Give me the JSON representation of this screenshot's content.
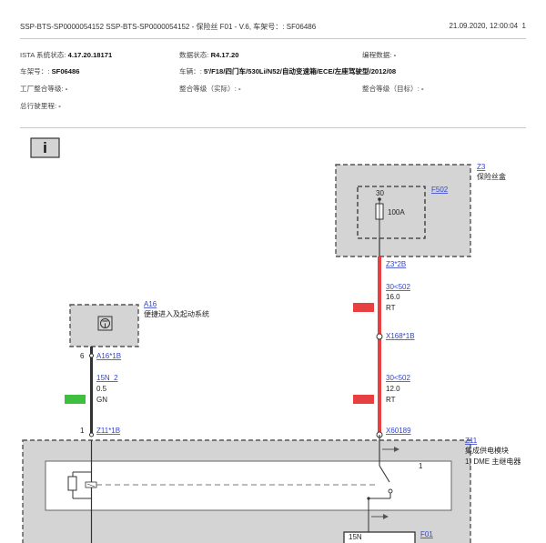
{
  "header": {
    "title": "SSP-BTS-SP0000054152 SSP-BTS-SP0000054152 - 保险丝 F01 - V.6, 车架号：: SF06486",
    "datetime": "21.09.2020, 12:00:04",
    "page": "1"
  },
  "info": {
    "ista_label": "ISTA 系统状态:",
    "ista_value": "4.17.20.18171",
    "data_label": "数据状态:",
    "data_value": "R4.17.20",
    "prog_label": "编程数据:",
    "prog_value": "-",
    "vin_label": "车架号：:",
    "vin_value": "SF06486",
    "vehicle_label": "车辆：:",
    "vehicle_value": "5'/F18/四门车/530Li/N52/自动变速箱/ECE/左座驾驶型/2012/08",
    "factory_label": "工厂整合等级:",
    "factory_value": "-",
    "int_actual_label": "整合等级（实际）:",
    "int_actual_value": "-",
    "int_target_label": "整合等级（目标）:",
    "int_target_value": "-",
    "mileage_label": "总行驶里程:",
    "mileage_value": "-"
  },
  "info_button": {
    "label": "i"
  },
  "diagram": {
    "z3": {
      "id": "Z3",
      "desc": "保险丝盒"
    },
    "f502": {
      "id": "F502",
      "pin": "30",
      "rating": "100A"
    },
    "z3_conn": "Z3*2B",
    "wire1": {
      "id": "30<502",
      "size": "16.0",
      "color_code": "RT",
      "color": "#e84040"
    },
    "x168": "X168*1B",
    "wire2": {
      "id": "30<502",
      "size": "12.0",
      "color_code": "RT",
      "color": "#e84040"
    },
    "x60189": "X60189",
    "a16": {
      "id": "A16",
      "desc": "便捷进入及起动系统"
    },
    "a16_pin": "6",
    "a16_conn": "A16*1B",
    "wire3": {
      "id": "15N_2",
      "size": "0.5",
      "color_code": "GN",
      "color": "#3fbf3f"
    },
    "z11_pin": "1",
    "z11_conn": "Z11*1B",
    "z11": {
      "id": "Z11",
      "desc": "集成供电模块",
      "note": "1)   DME 主继电器"
    },
    "relay_pin": "1",
    "f01": {
      "id": "F01",
      "label": "15N"
    }
  }
}
